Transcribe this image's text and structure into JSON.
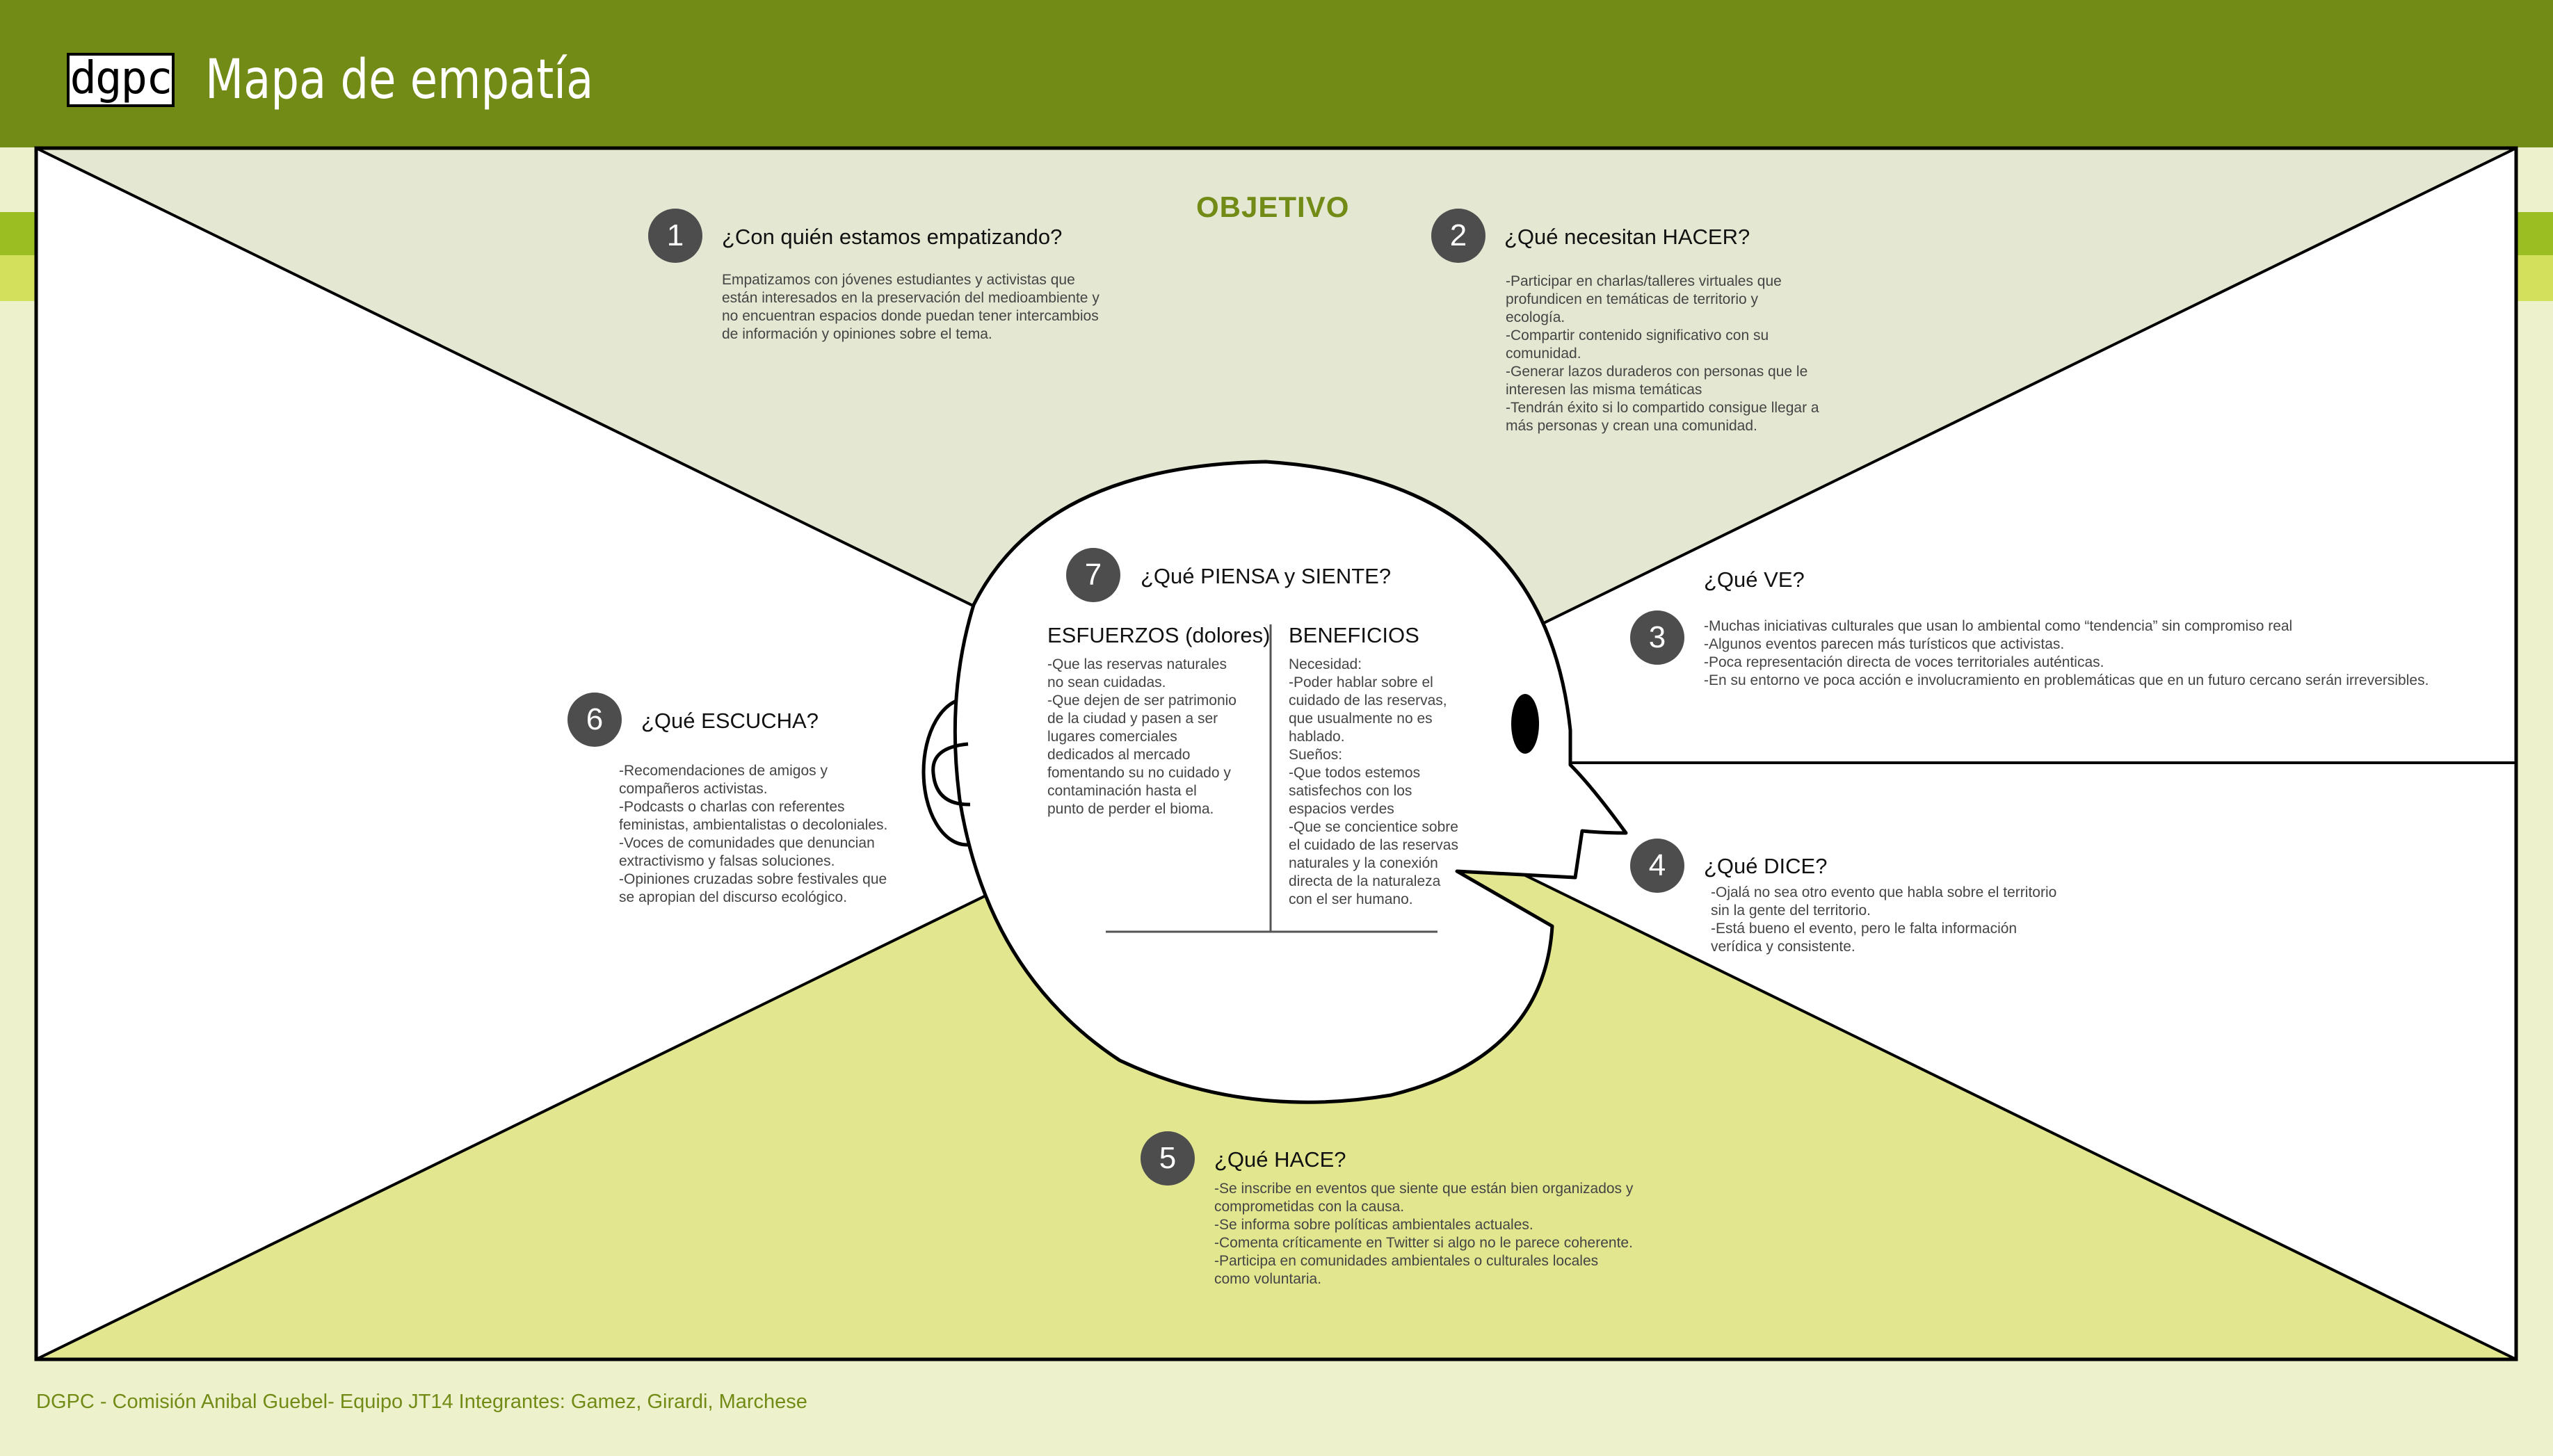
{
  "header": {
    "logo": "dgpc",
    "title": "Mapa de empatía"
  },
  "objective": "OBJETIVO",
  "sections": [
    {
      "num": "1",
      "title": "¿Con quién estamos empatizando?",
      "text": "Empatizamos con jóvenes estudiantes y activistas que\nestán interesados en la preservación del medioambiente y\nno encuentran espacios donde puedan tener intercambios\nde información y opiniones sobre el tema."
    },
    {
      "num": "2",
      "title": "¿Qué necesitan HACER?",
      "text": "-Participar en charlas/talleres virtuales que\nprofundicen en temáticas de territorio y\necología.\n-Compartir contenido significativo con su\ncomunidad.\n-Generar lazos duraderos con personas que le\ninteresen las misma temáticas\n-Tendrán éxito si lo compartido consigue llegar a\nmás personas y crean una comunidad."
    },
    {
      "num": "3",
      "title": "¿Qué VE?",
      "text": "-Muchas iniciativas culturales que usan lo ambiental como “tendencia” sin compromiso real\n-Algunos eventos parecen más turísticos que activistas.\n-Poca representación directa de voces territoriales auténticas.\n-En su entorno ve poca acción e involucramiento en problemáticas que en un futuro cercano serán irreversibles."
    },
    {
      "num": "4",
      "title": "¿Qué DICE?",
      "text": "-Ojalá no sea otro evento que habla sobre el territorio\nsin la gente del territorio.\n-Está bueno el evento, pero le falta información\nverídica y consistente."
    },
    {
      "num": "5",
      "title": "¿Qué HACE?",
      "text": "-Se inscribe en eventos que siente que están bien organizados y\ncomprometidas con la causa.\n-Se informa sobre políticas ambientales actuales.\n-Comenta críticamente en Twitter si algo no le parece coherente.\n-Participa en comunidades ambientales o culturales locales\ncomo voluntaria."
    },
    {
      "num": "6",
      "title": "¿Qué ESCUCHA?",
      "text": "-Recomendaciones de amigos y\ncompañeros activistas.\n-Podcasts o charlas con referentes\nfeministas, ambientalistas o decoloniales.\n-Voces de comunidades que denuncian\nextractivismo y falsas soluciones.\n-Opiniones cruzadas sobre festivales que\nse apropian del discurso ecológico."
    },
    {
      "num": "7",
      "title": "¿Qué PIENSA y SIENTE?",
      "text": ""
    }
  ],
  "think": {
    "pains_title": "ESFUERZOS (dolores)",
    "pains_text": "-Que las reservas naturales\nno sean cuidadas.\n-Que dejen de ser patrimonio\nde la ciudad y pasen a ser\nlugares comerciales\ndedicados al mercado\nfomentando su no cuidado y\ncontaminación hasta el\npunto de perder el bioma.",
    "gains_title": "BENEFICIOS",
    "gains_text": "Necesidad:\n-Poder hablar sobre el\ncuidado de las reservas,\nque usualmente no es\nhablado.\nSueños:\n-Que todos estemos\nsatisfechos con los\nespacios verdes\n-Que se concientice sobre\nel cuidado de las reservas\nnaturales y la conexión\ndirecta de la naturaleza\ncon el ser humano."
  },
  "footer": "DGPC - Comisión Anibal Guebel- Equipo JT14  Integrantes: Gamez, Girardi, Marchese",
  "colors": {
    "header": "#728b16",
    "top_panel": "#e4e8d2",
    "bottom_panel": "#e2e68f",
    "accent": "#728b16"
  }
}
